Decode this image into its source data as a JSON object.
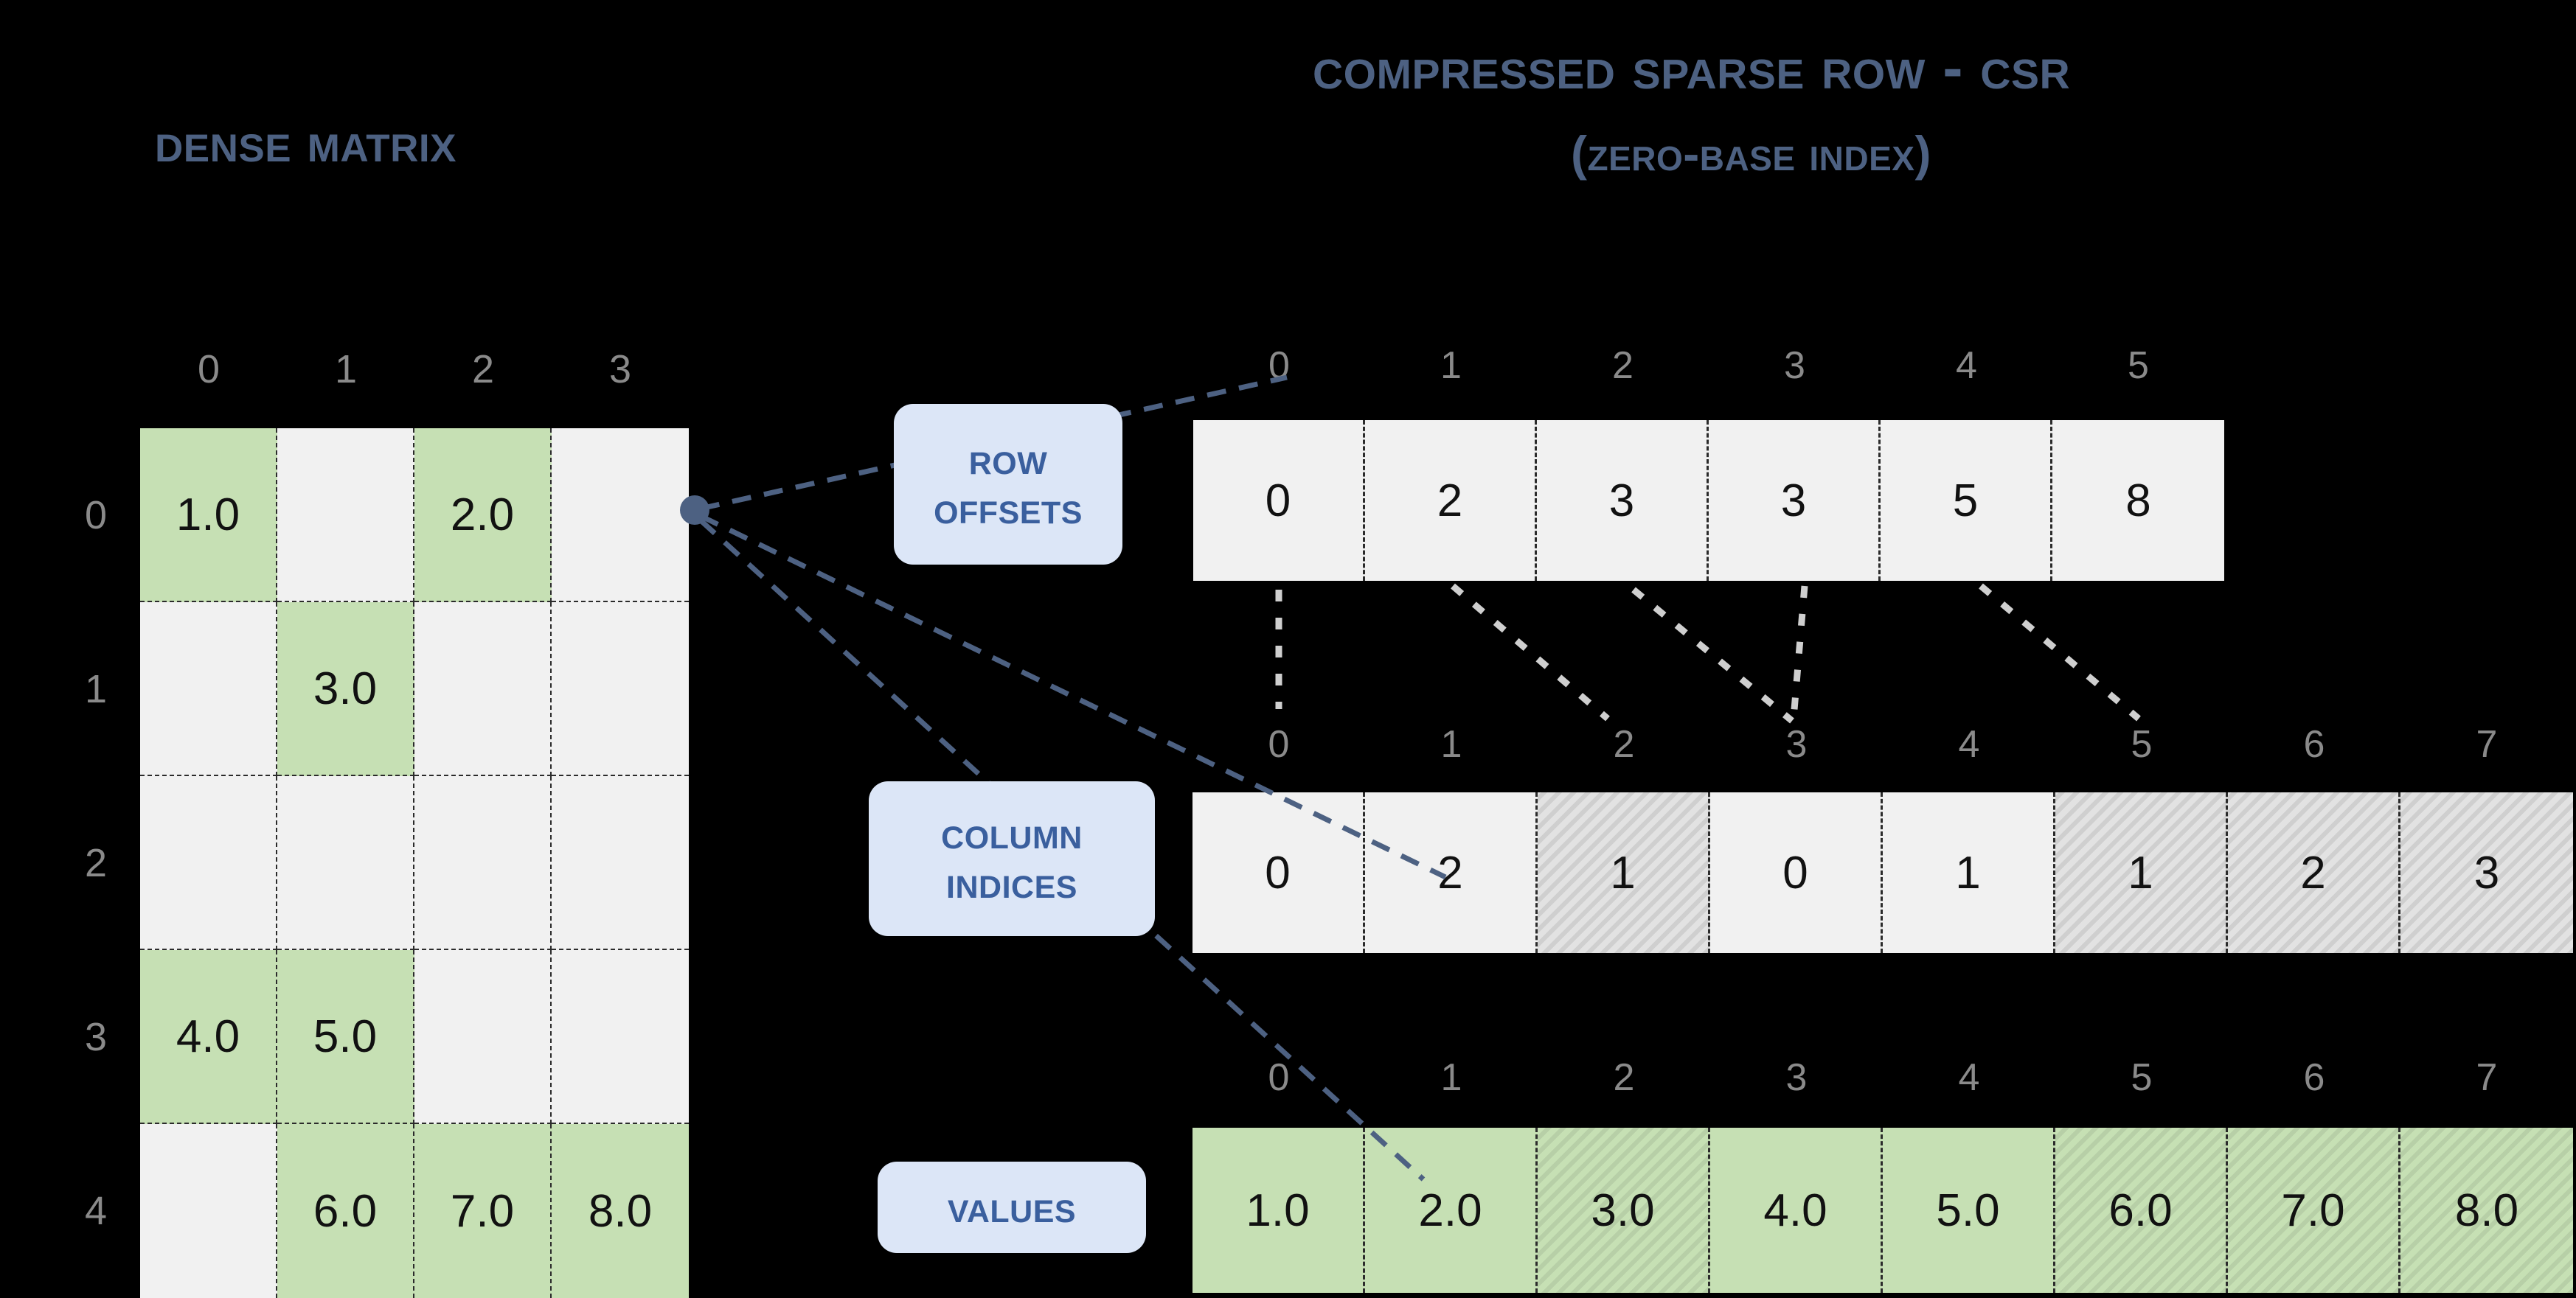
{
  "titles": {
    "dense": "Dense Matrix",
    "csr": "Compressed Sparse Row - CSR",
    "csr_sub": "(zero-base index)"
  },
  "labels": {
    "row_offsets_line1": "Row",
    "row_offsets_line2": "Offsets",
    "column_indices_line1": "Column",
    "column_indices_line2": "Indices",
    "values": "Values"
  },
  "colors": {
    "background": "#000000",
    "title_blue": "#4d6182",
    "pill_bg": "#dce6f7",
    "pill_text": "#3a5f9e",
    "cell_grey": "#f1f1f1",
    "cell_green": "#c6e0b4",
    "index_grey": "#8a8a8a",
    "anchor_dot": "#4d6182",
    "link_dashed": "#4d6182",
    "link_dotted": "#cfcfcf"
  },
  "dense_matrix": {
    "col_headers": [
      "0",
      "1",
      "2",
      "3"
    ],
    "row_headers": [
      "0",
      "1",
      "2",
      "3",
      "4"
    ],
    "rows": [
      [
        {
          "v": "1.0",
          "filled": true
        },
        {
          "v": "",
          "filled": false
        },
        {
          "v": "2.0",
          "filled": true
        },
        {
          "v": "",
          "filled": false
        }
      ],
      [
        {
          "v": "",
          "filled": false
        },
        {
          "v": "3.0",
          "filled": true
        },
        {
          "v": "",
          "filled": false
        },
        {
          "v": "",
          "filled": false
        }
      ],
      [
        {
          "v": "",
          "filled": false
        },
        {
          "v": "",
          "filled": false
        },
        {
          "v": "",
          "filled": false
        },
        {
          "v": "",
          "filled": false
        }
      ],
      [
        {
          "v": "4.0",
          "filled": true
        },
        {
          "v": "5.0",
          "filled": true
        },
        {
          "v": "",
          "filled": false
        },
        {
          "v": "",
          "filled": false
        }
      ],
      [
        {
          "v": "",
          "filled": false
        },
        {
          "v": "6.0",
          "filled": true
        },
        {
          "v": "7.0",
          "filled": true
        },
        {
          "v": "8.0",
          "filled": true
        }
      ]
    ]
  },
  "row_offsets": {
    "indices": [
      "0",
      "1",
      "2",
      "3",
      "4",
      "5"
    ],
    "cells": [
      {
        "v": "0",
        "green": false,
        "hatch": false
      },
      {
        "v": "2",
        "green": false,
        "hatch": false
      },
      {
        "v": "3",
        "green": false,
        "hatch": false
      },
      {
        "v": "3",
        "green": false,
        "hatch": false
      },
      {
        "v": "5",
        "green": false,
        "hatch": false
      },
      {
        "v": "8",
        "green": false,
        "hatch": false
      }
    ]
  },
  "column_indices": {
    "indices": [
      "0",
      "1",
      "2",
      "3",
      "4",
      "5",
      "6",
      "7"
    ],
    "cells": [
      {
        "v": "0",
        "green": false,
        "hatch": false
      },
      {
        "v": "2",
        "green": false,
        "hatch": false
      },
      {
        "v": "1",
        "green": false,
        "hatch": true
      },
      {
        "v": "0",
        "green": false,
        "hatch": false
      },
      {
        "v": "1",
        "green": false,
        "hatch": false
      },
      {
        "v": "1",
        "green": false,
        "hatch": true
      },
      {
        "v": "2",
        "green": false,
        "hatch": true
      },
      {
        "v": "3",
        "green": false,
        "hatch": true
      }
    ]
  },
  "values": {
    "indices": [
      "0",
      "1",
      "2",
      "3",
      "4",
      "5",
      "6",
      "7"
    ],
    "cells": [
      {
        "v": "1.0",
        "green": true,
        "hatch": false
      },
      {
        "v": "2.0",
        "green": true,
        "hatch": false
      },
      {
        "v": "3.0",
        "green": true,
        "hatch": true
      },
      {
        "v": "4.0",
        "green": true,
        "hatch": false
      },
      {
        "v": "5.0",
        "green": true,
        "hatch": false
      },
      {
        "v": "6.0",
        "green": true,
        "hatch": true
      },
      {
        "v": "7.0",
        "green": true,
        "hatch": true
      },
      {
        "v": "8.0",
        "green": true,
        "hatch": true
      }
    ]
  },
  "chart_data": {
    "type": "table",
    "title": "Compressed Sparse Row - CSR (zero-base index)",
    "dense_shape": [
      5,
      4
    ],
    "dense_nonzeros": [
      {
        "row": 0,
        "col": 0,
        "value": 1.0
      },
      {
        "row": 0,
        "col": 2,
        "value": 2.0
      },
      {
        "row": 1,
        "col": 1,
        "value": 3.0
      },
      {
        "row": 3,
        "col": 0,
        "value": 4.0
      },
      {
        "row": 3,
        "col": 1,
        "value": 5.0
      },
      {
        "row": 4,
        "col": 1,
        "value": 6.0
      },
      {
        "row": 4,
        "col": 2,
        "value": 7.0
      },
      {
        "row": 4,
        "col": 3,
        "value": 8.0
      }
    ],
    "series": [
      {
        "name": "Row Offsets",
        "values": [
          0,
          2,
          3,
          3,
          5,
          8
        ]
      },
      {
        "name": "Column Indices",
        "values": [
          0,
          2,
          1,
          0,
          1,
          1,
          2,
          3
        ]
      },
      {
        "name": "Values",
        "values": [
          1.0,
          2.0,
          3.0,
          4.0,
          5.0,
          6.0,
          7.0,
          8.0
        ]
      }
    ]
  }
}
